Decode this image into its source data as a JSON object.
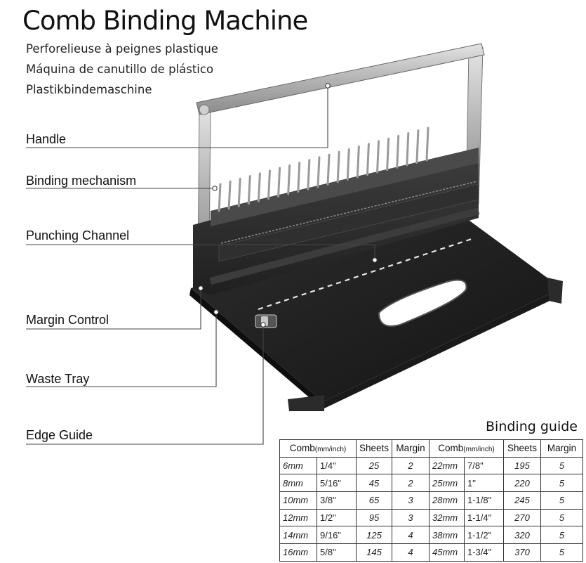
{
  "header": {
    "title": "Comb Binding Machine",
    "subtitle_fr": "Perforelieuse à peignes plastique",
    "subtitle_es": "Máquina de canutillo de plástico",
    "subtitle_de": "Plastikbindemaschine"
  },
  "callouts": {
    "handle": "Handle",
    "binding_mechanism": "Binding mechanism",
    "punching_channel": "Punching Channel",
    "margin_control": "Margin Control",
    "waste_tray": "Waste Tray",
    "edge_guide": "Edge Guide"
  },
  "binding_guide": {
    "title": "Binding guide",
    "headers": {
      "comb": "Comb",
      "unit": "(mm/inch)",
      "sheets": "Sheets",
      "margin": "Margin"
    },
    "rows": [
      {
        "mm1": "6mm",
        "in1": "1/4\"",
        "sheets1": "25",
        "margin1": "2",
        "mm2": "22mm",
        "in2": "7/8\"",
        "sheets2": "195",
        "margin2": "5"
      },
      {
        "mm1": "8mm",
        "in1": "5/16\"",
        "sheets1": "45",
        "margin1": "2",
        "mm2": "25mm",
        "in2": "1\"",
        "sheets2": "220",
        "margin2": "5"
      },
      {
        "mm1": "10mm",
        "in1": "3/8\"",
        "sheets1": "65",
        "margin1": "3",
        "mm2": "28mm",
        "in2": "1-1/8\"",
        "sheets2": "245",
        "margin2": "5"
      },
      {
        "mm1": "12mm",
        "in1": "1/2\"",
        "sheets1": "95",
        "margin1": "3",
        "mm2": "32mm",
        "in2": "1-1/4\"",
        "sheets2": "270",
        "margin2": "5"
      },
      {
        "mm1": "14mm",
        "in1": "9/16\"",
        "sheets1": "125",
        "margin1": "4",
        "mm2": "38mm",
        "in2": "1-1/2\"",
        "sheets2": "320",
        "margin2": "5"
      },
      {
        "mm1": "16mm",
        "in1": "5/8\"",
        "sheets1": "145",
        "margin1": "4",
        "mm2": "45mm",
        "in2": "1-3/4\"",
        "sheets2": "370",
        "margin2": "5"
      }
    ]
  },
  "colors": {
    "machine_body": "#2a2a2a",
    "base": "#1c1c1c",
    "handle": "#b9b9b9",
    "leader_line": "#444444"
  }
}
